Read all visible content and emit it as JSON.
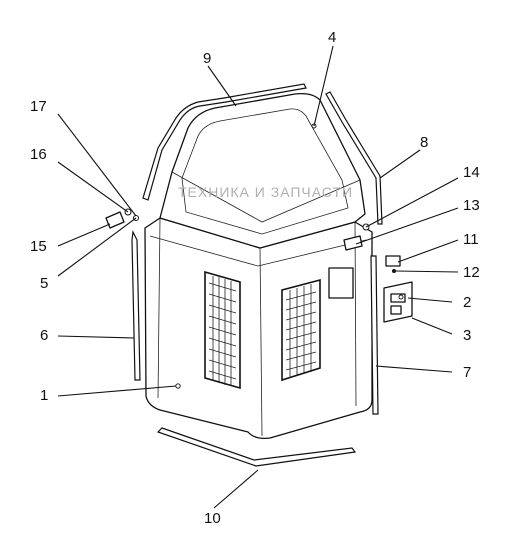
{
  "watermark": {
    "text": "ТЕХНИКА И ЗАПЧАСТИ"
  },
  "callouts": [
    {
      "id": "1",
      "label": "1"
    },
    {
      "id": "2",
      "label": "2"
    },
    {
      "id": "3",
      "label": "3"
    },
    {
      "id": "4",
      "label": "4"
    },
    {
      "id": "5",
      "label": "5"
    },
    {
      "id": "6",
      "label": "6"
    },
    {
      "id": "7",
      "label": "7"
    },
    {
      "id": "8",
      "label": "8"
    },
    {
      "id": "9",
      "label": "9"
    },
    {
      "id": "10",
      "label": "10"
    },
    {
      "id": "11",
      "label": "11"
    },
    {
      "id": "12",
      "label": "12"
    },
    {
      "id": "13",
      "label": "13"
    },
    {
      "id": "14",
      "label": "14"
    },
    {
      "id": "15",
      "label": "15"
    },
    {
      "id": "16",
      "label": "16"
    },
    {
      "id": "17",
      "label": "17"
    }
  ]
}
